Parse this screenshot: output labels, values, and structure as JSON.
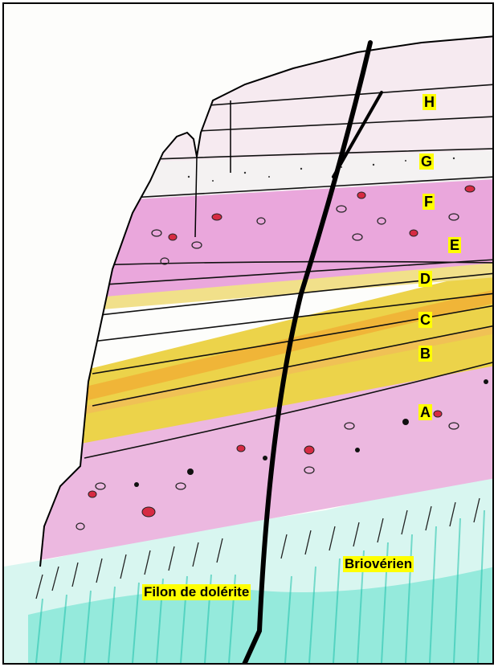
{
  "diagram": {
    "layer_labels": {
      "H": "H",
      "G": "G",
      "F": "F",
      "E": "E",
      "D": "D",
      "C": "C",
      "B": "B",
      "A": "A"
    },
    "basement_label": "Briovérien",
    "dyke_label": "Filon de dolérite"
  },
  "colors": {
    "label_highlight": "#ffff00",
    "pink_layers": "#e8a6d8",
    "yellow_layers": "#e9cf3f",
    "basement": "#3fd6c0",
    "dyke": "#000000"
  }
}
